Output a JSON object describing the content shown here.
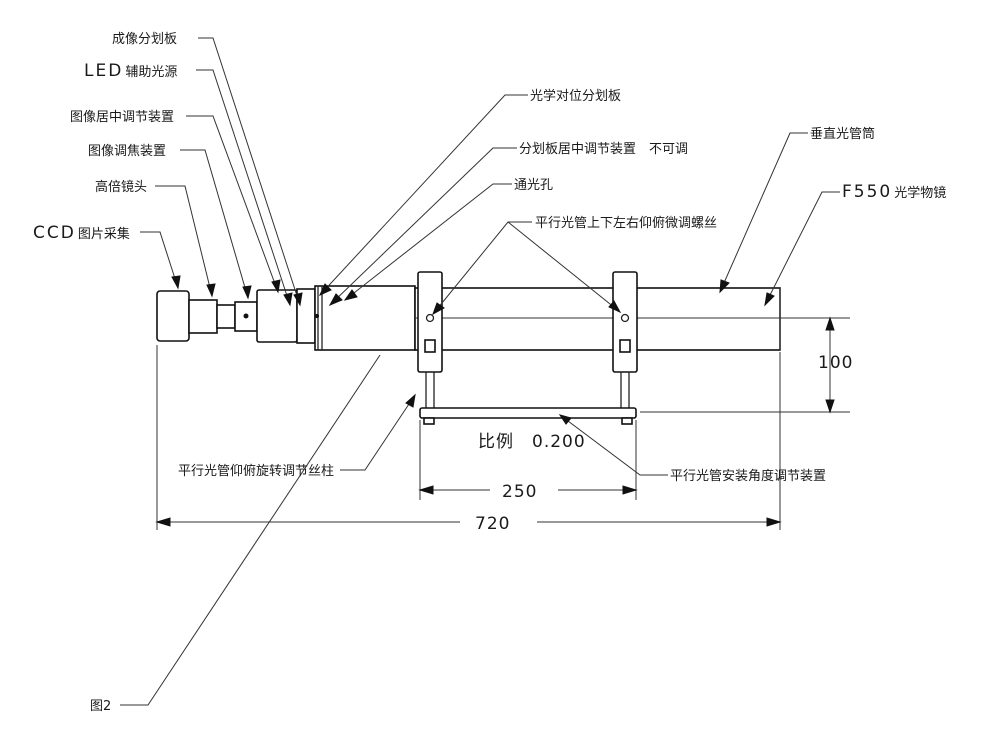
{
  "labels": {
    "imaging_reticle": "成像分划板",
    "led_prefix": "LED",
    "led_rest": "辅助光源",
    "image_centering": "图像居中调节装置",
    "image_focus": "图像调焦装置",
    "high_mag_lens": "高倍镜头",
    "ccd_prefix": "CCD",
    "ccd_rest": "图片采集",
    "optical_alignment_reticle": "光学对位分划板",
    "reticle_centering": "分划板居中调节装置　不可调",
    "light_hole": "通光孔",
    "vertical_tube": "垂直光管筒",
    "objective_prefix": "F550",
    "objective_rest": "光学物镜",
    "tube_adjust_screw": "平行光管上下左右仰俯微调螺丝",
    "pitch_rotation_post": "平行光管仰俯旋转调节丝柱",
    "mount_angle_device": "平行光管安装角度调节装置",
    "scale": "比例　0.200",
    "figure": "图2"
  },
  "dimensions": {
    "height": "100",
    "bracket_span": "250",
    "total_length": "720"
  }
}
